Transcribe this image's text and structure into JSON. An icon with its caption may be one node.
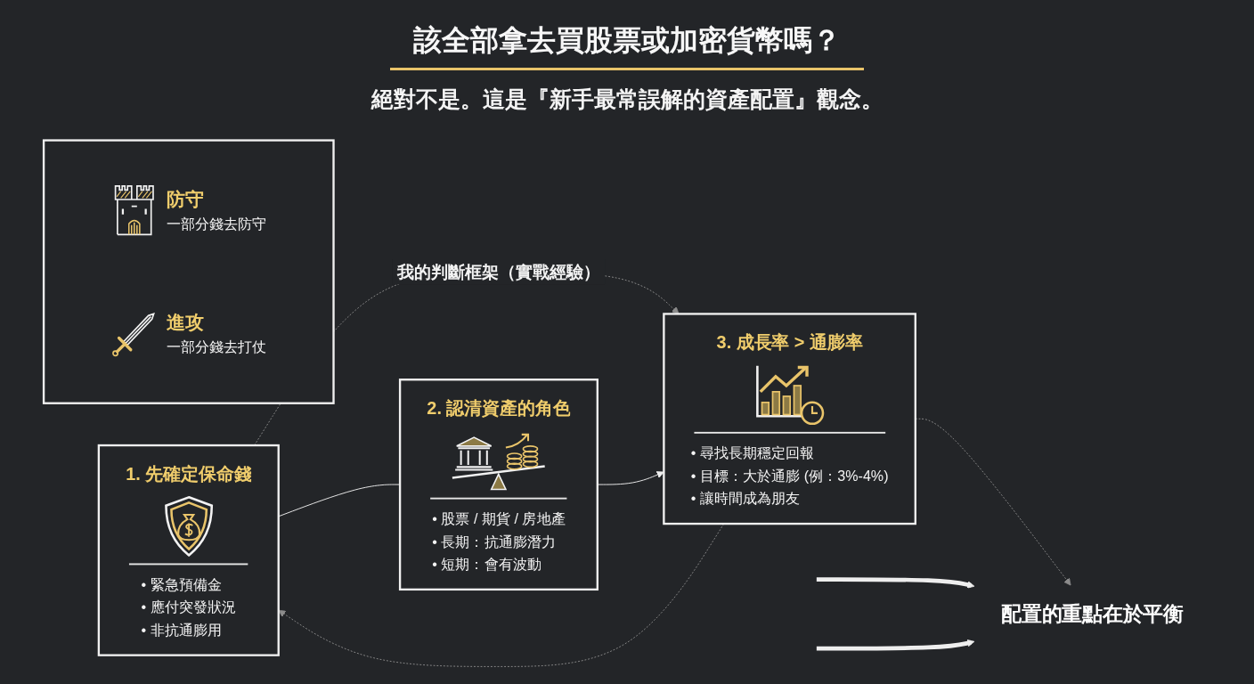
{
  "diagram": {
    "title": "該全部拿去買股票或加密貨幣嗎？",
    "nodes": [
      {
        "text": [
          "1. 先確定保命錢",
          "• 緊急預備金",
          "• 應付突發狀況",
          "• 非抗通膨用"
        ]
      },
      {
        "text": [
          "2. 認清資產的角色",
          "• 股票 / 期貨 / 房地產",
          "• 長期：抗通膨潛力",
          "• 短期：會有波動"
        ]
      },
      {
        "text": [
          "3. 成長率 > 通膨率",
          "• 尋找長期穩定回報",
          "• 目標：大於通膨 (例：3%-4%)",
          "• 讓時間成為朋友"
        ]
      },
      {
        "text": [
          "配置的重點在於平衡"
        ]
      },
      {
        "text": [],
        "shape": "box"
      },
      {
        "text": [
          "防守",
          "一部分錢去防守"
        ],
        "in": 4
      },
      {
        "text": [
          "進攻",
          "一部分錢去打仗"
        ],
        "in": 4
      }
    ],
    "edges": [
      {
        "from": 0,
        "to": 2,
        "arrow": "to",
        "label": "我的判斷框架（實戰經驗）",
        "style": "dashed",
        "color": "#8c8c8c"
      },
      {
        "from": 0,
        "to": 1,
        "arrow": "none"
      },
      {
        "from": 1,
        "to": 2,
        "arrow": "to"
      },
      {
        "from": 2,
        "to": 0,
        "arrow": "to",
        "style": "dashed",
        "color": "#8c8c8c"
      },
      {
        "from": 2,
        "to": 3,
        "arrow": "to",
        "style": "dashed",
        "color": "#8c8c8c"
      },
      {
        "from": null,
        "to": 3,
        "arrow": "to",
        "style": "thick"
      },
      {
        "from": null,
        "to": 3,
        "arrow": "to",
        "style": "thick"
      }
    ],
    "labels": [
      "絕對不是。這是『新手最常誤解的資產配置』觀念。"
    ]
  }
}
